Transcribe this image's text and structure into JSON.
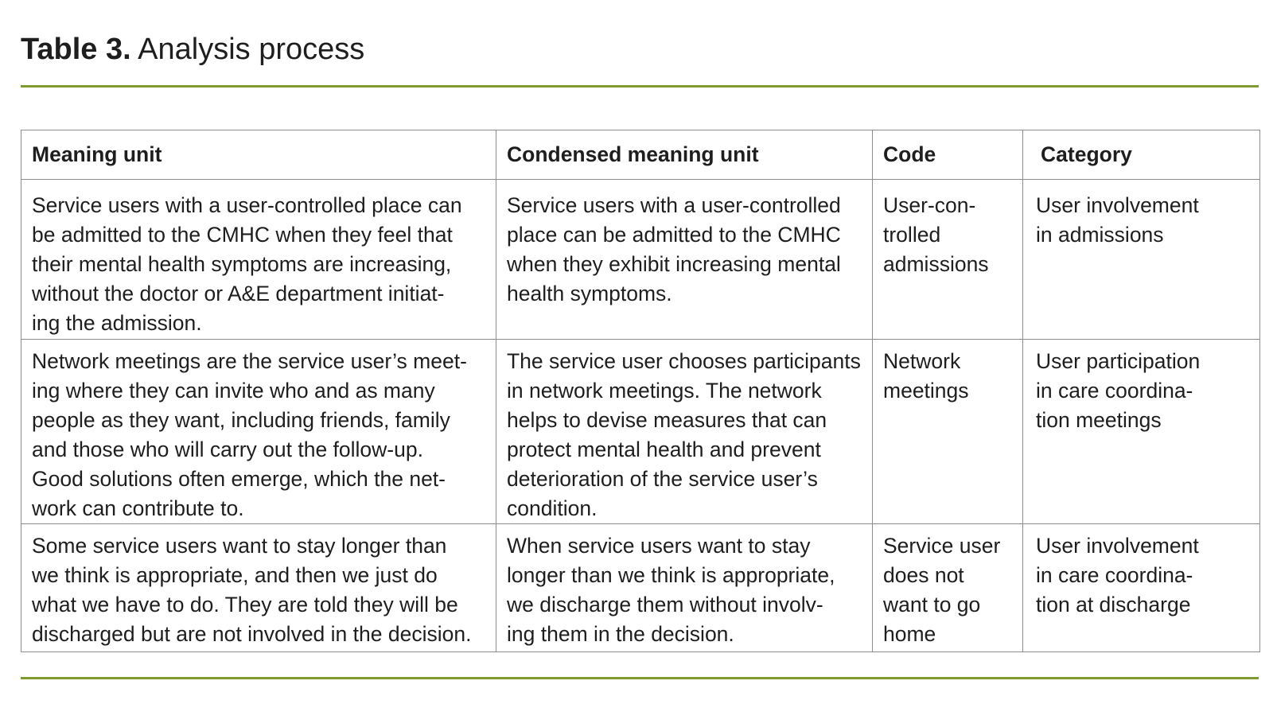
{
  "table": {
    "caption_label": "Table 3.",
    "caption_text": "Analysis process",
    "headers": [
      "Meaning unit",
      "Condensed meaning unit",
      "Code",
      "Category"
    ],
    "rows": [
      [
        "Service users with a user-controlled place can\nbe admitted to the CMHC when they feel that\ntheir mental health symptoms are increasing,\nwithout the doctor or A&E department initiat-\ning the admission.",
        "Service users with a user-controlled\nplace can be admitted to the CMHC\nwhen they exhibit increasing mental\nhealth symptoms.",
        "User-con-\ntrolled\nadmissions",
        "User involvement\nin admissions"
      ],
      [
        "Network meetings are the service user’s meet-\ning where they can invite who and as many\npeople as they want, including friends, family\nand those who will carry out the follow-up.\nGood solutions often emerge, which the net-\nwork can contribute to.",
        "The service user chooses participants\nin network meetings. The network\nhelps to devise measures that can\nprotect mental health and prevent\ndeterioration of the service user’s\ncondition.",
        "Network\nmeetings",
        "User participation\nin care coordina-\ntion meetings"
      ],
      [
        "Some service users want to stay longer than\nwe think is appropriate, and then we just do\nwhat we have to do. They are told they will be\ndischarged but are not involved in the decision.",
        "When service users want to stay\nlonger than we think is appropriate,\nwe discharge them without involv-\ning them in the decision.",
        "Service user\ndoes not\nwant to go\nhome",
        "User involvement\nin care coordina-\ntion at discharge"
      ]
    ]
  }
}
